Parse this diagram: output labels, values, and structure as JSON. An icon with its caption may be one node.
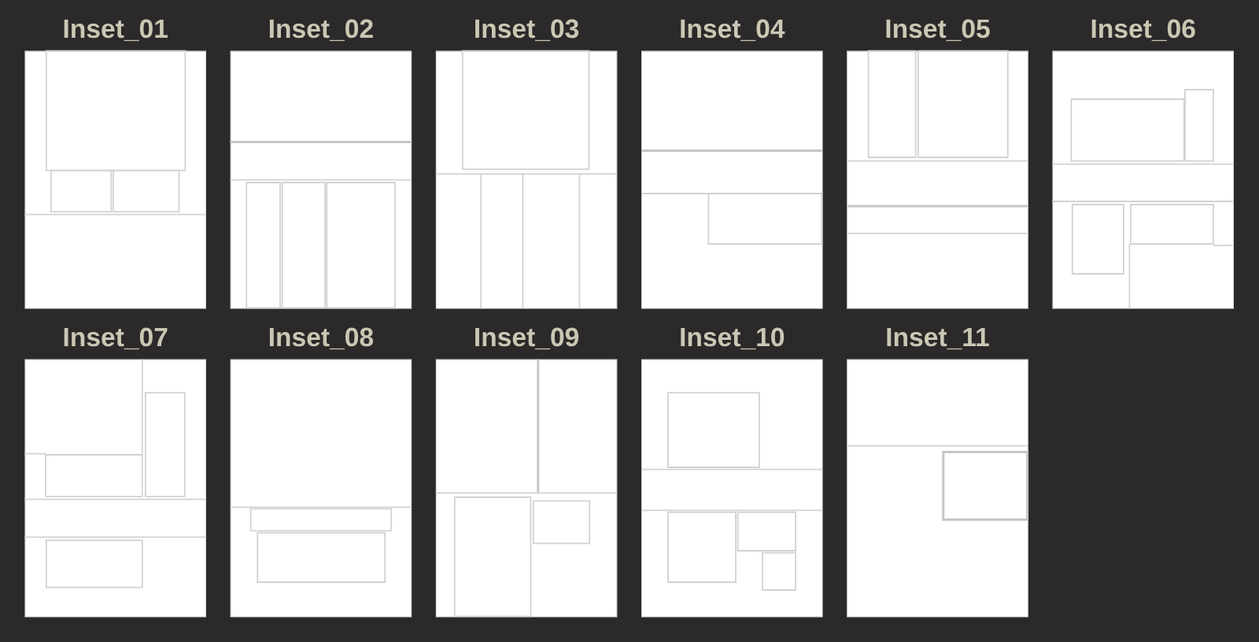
{
  "diagram": {
    "nodes": [
      {
        "text": [
          "Inset_01"
        ]
      },
      {
        "text": [
          "Inset_02"
        ]
      },
      {
        "text": [
          "Inset_03"
        ]
      },
      {
        "text": [
          "Inset_04"
        ]
      },
      {
        "text": [
          "Inset_05"
        ]
      },
      {
        "text": [
          "Inset_06"
        ]
      },
      {
        "text": [
          "Inset_07"
        ]
      },
      {
        "text": [
          "Inset_08"
        ]
      },
      {
        "text": [
          "Inset_09"
        ]
      },
      {
        "text": [
          "Inset_10"
        ]
      },
      {
        "text": [
          "Inset_11"
        ]
      }
    ]
  }
}
